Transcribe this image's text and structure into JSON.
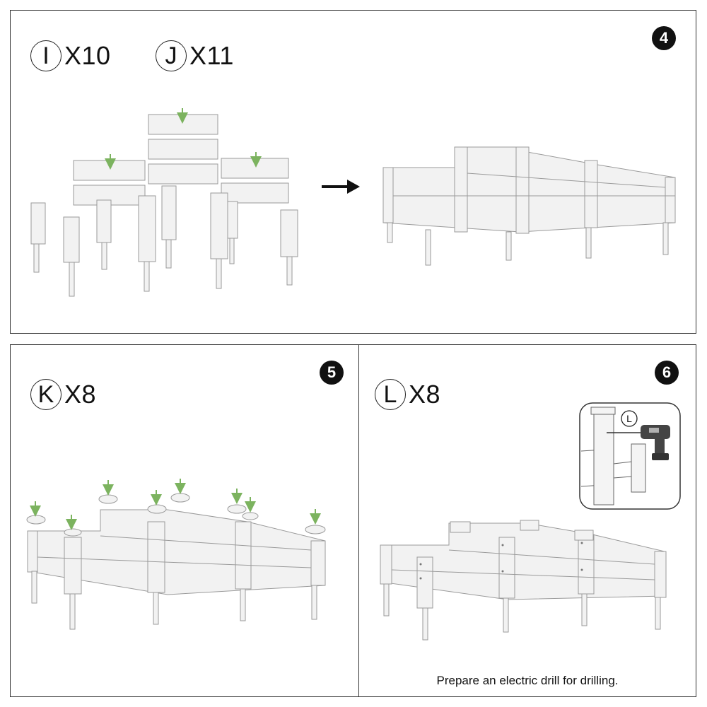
{
  "steps": [
    {
      "number": "4",
      "parts": [
        {
          "letter": "I",
          "qty": "X10"
        },
        {
          "letter": "J",
          "qty": "X11"
        }
      ]
    },
    {
      "number": "5",
      "parts": [
        {
          "letter": "K",
          "qty": "X8"
        }
      ]
    },
    {
      "number": "6",
      "parts": [
        {
          "letter": "L",
          "qty": "X8"
        }
      ],
      "inset_label": "L",
      "caption": "Prepare an electric drill for drilling."
    }
  ],
  "colors": {
    "frame": "#333333",
    "arrow_green": "#7cb35f",
    "part_fill": "#f2f2f2",
    "part_stroke": "#9a9a9a",
    "badge": "#111111"
  },
  "icons": [
    "down-arrow-icon",
    "right-arrow-icon",
    "electric-drill-icon"
  ]
}
